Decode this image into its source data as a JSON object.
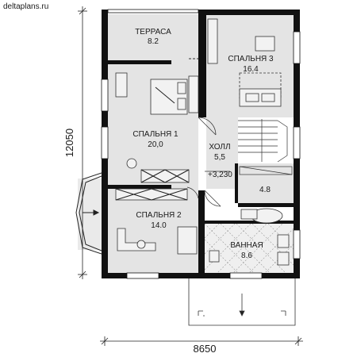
{
  "site": {
    "watermark": "deltaplans.ru"
  },
  "rooms": [
    {
      "key": "terrace",
      "name": "ТЕРРАСА",
      "area": "8.2"
    },
    {
      "key": "bedroom3",
      "name": "СПАЛЬНЯ 3",
      "area": "16.4"
    },
    {
      "key": "bedroom1",
      "name": "СПАЛЬНЯ 1",
      "area": "20,0"
    },
    {
      "key": "hall",
      "name": "ХОЛЛ",
      "area": "5,5"
    },
    {
      "key": "storage",
      "name": "",
      "area": "4.8"
    },
    {
      "key": "bedroom2",
      "name": "СПАЛЬНЯ 2",
      "area": "14.0"
    },
    {
      "key": "bathroom",
      "name": "ВАННАЯ",
      "area": "8.6"
    }
  ],
  "level_mark": "+3,230",
  "dimensions": {
    "width": "8650",
    "height": "12050"
  },
  "colors": {
    "wall": "#111111",
    "floor": "#e4e4e4",
    "bath_tile": "#efefef"
  }
}
